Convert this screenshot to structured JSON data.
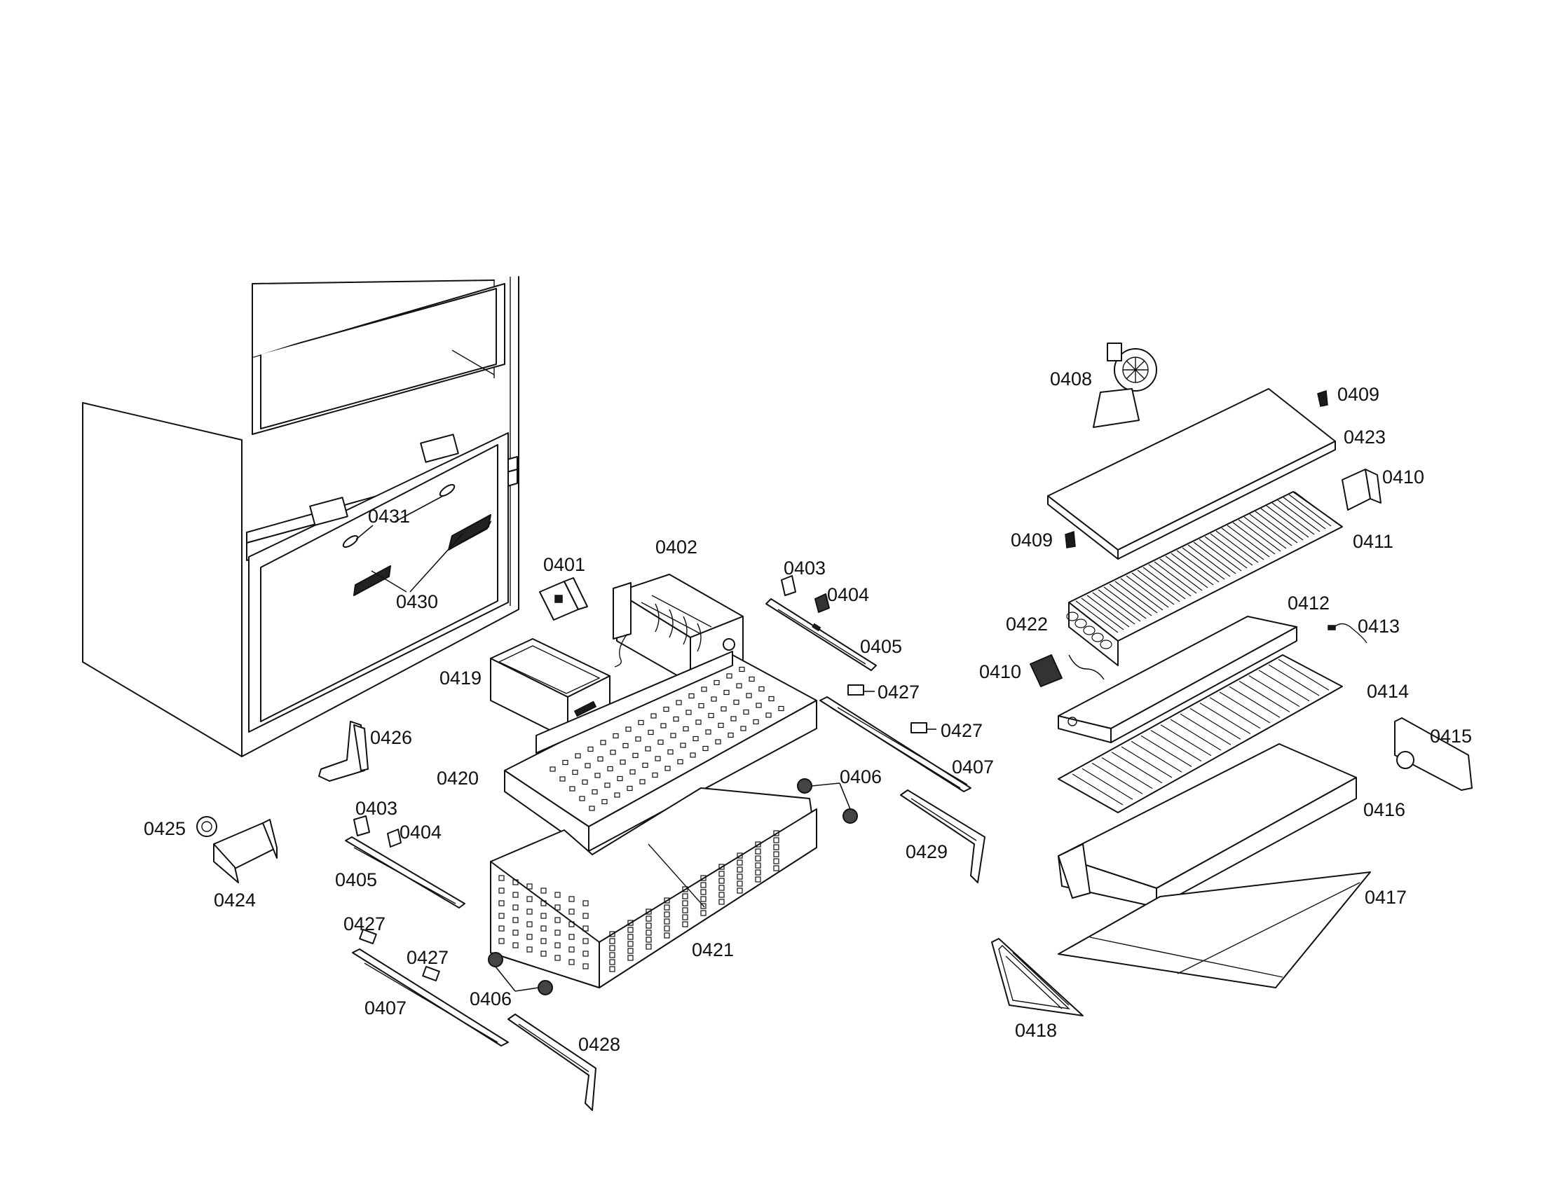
{
  "labels": {
    "l0431": "0431",
    "l0430": "0430",
    "l0401": "0401",
    "l0402": "0402",
    "l0403a": "0403",
    "l0404a": "0404",
    "l0405a": "0405",
    "l0427a": "0427",
    "l0427b": "0427",
    "l0407a": "0407",
    "l0406a": "0406",
    "l0429": "0429",
    "l0419": "0419",
    "l0420": "0420",
    "l0421": "0421",
    "l0426": "0426",
    "l0425": "0425",
    "l0424": "0424",
    "l0403b": "0403",
    "l0404b": "0404",
    "l0405b": "0405",
    "l0427c": "0427",
    "l0427d": "0427",
    "l0407b": "0407",
    "l0406b": "0406",
    "l0428": "0428",
    "l0408": "0408",
    "l0409a": "0409",
    "l0423": "0423",
    "l0410a": "0410",
    "l0409b": "0409",
    "l0411": "0411",
    "l0422": "0422",
    "l0412": "0412",
    "l0413": "0413",
    "l0410b": "0410",
    "l0414": "0414",
    "l0415": "0415",
    "l0416": "0416",
    "l0417": "0417",
    "l0418": "0418"
  }
}
